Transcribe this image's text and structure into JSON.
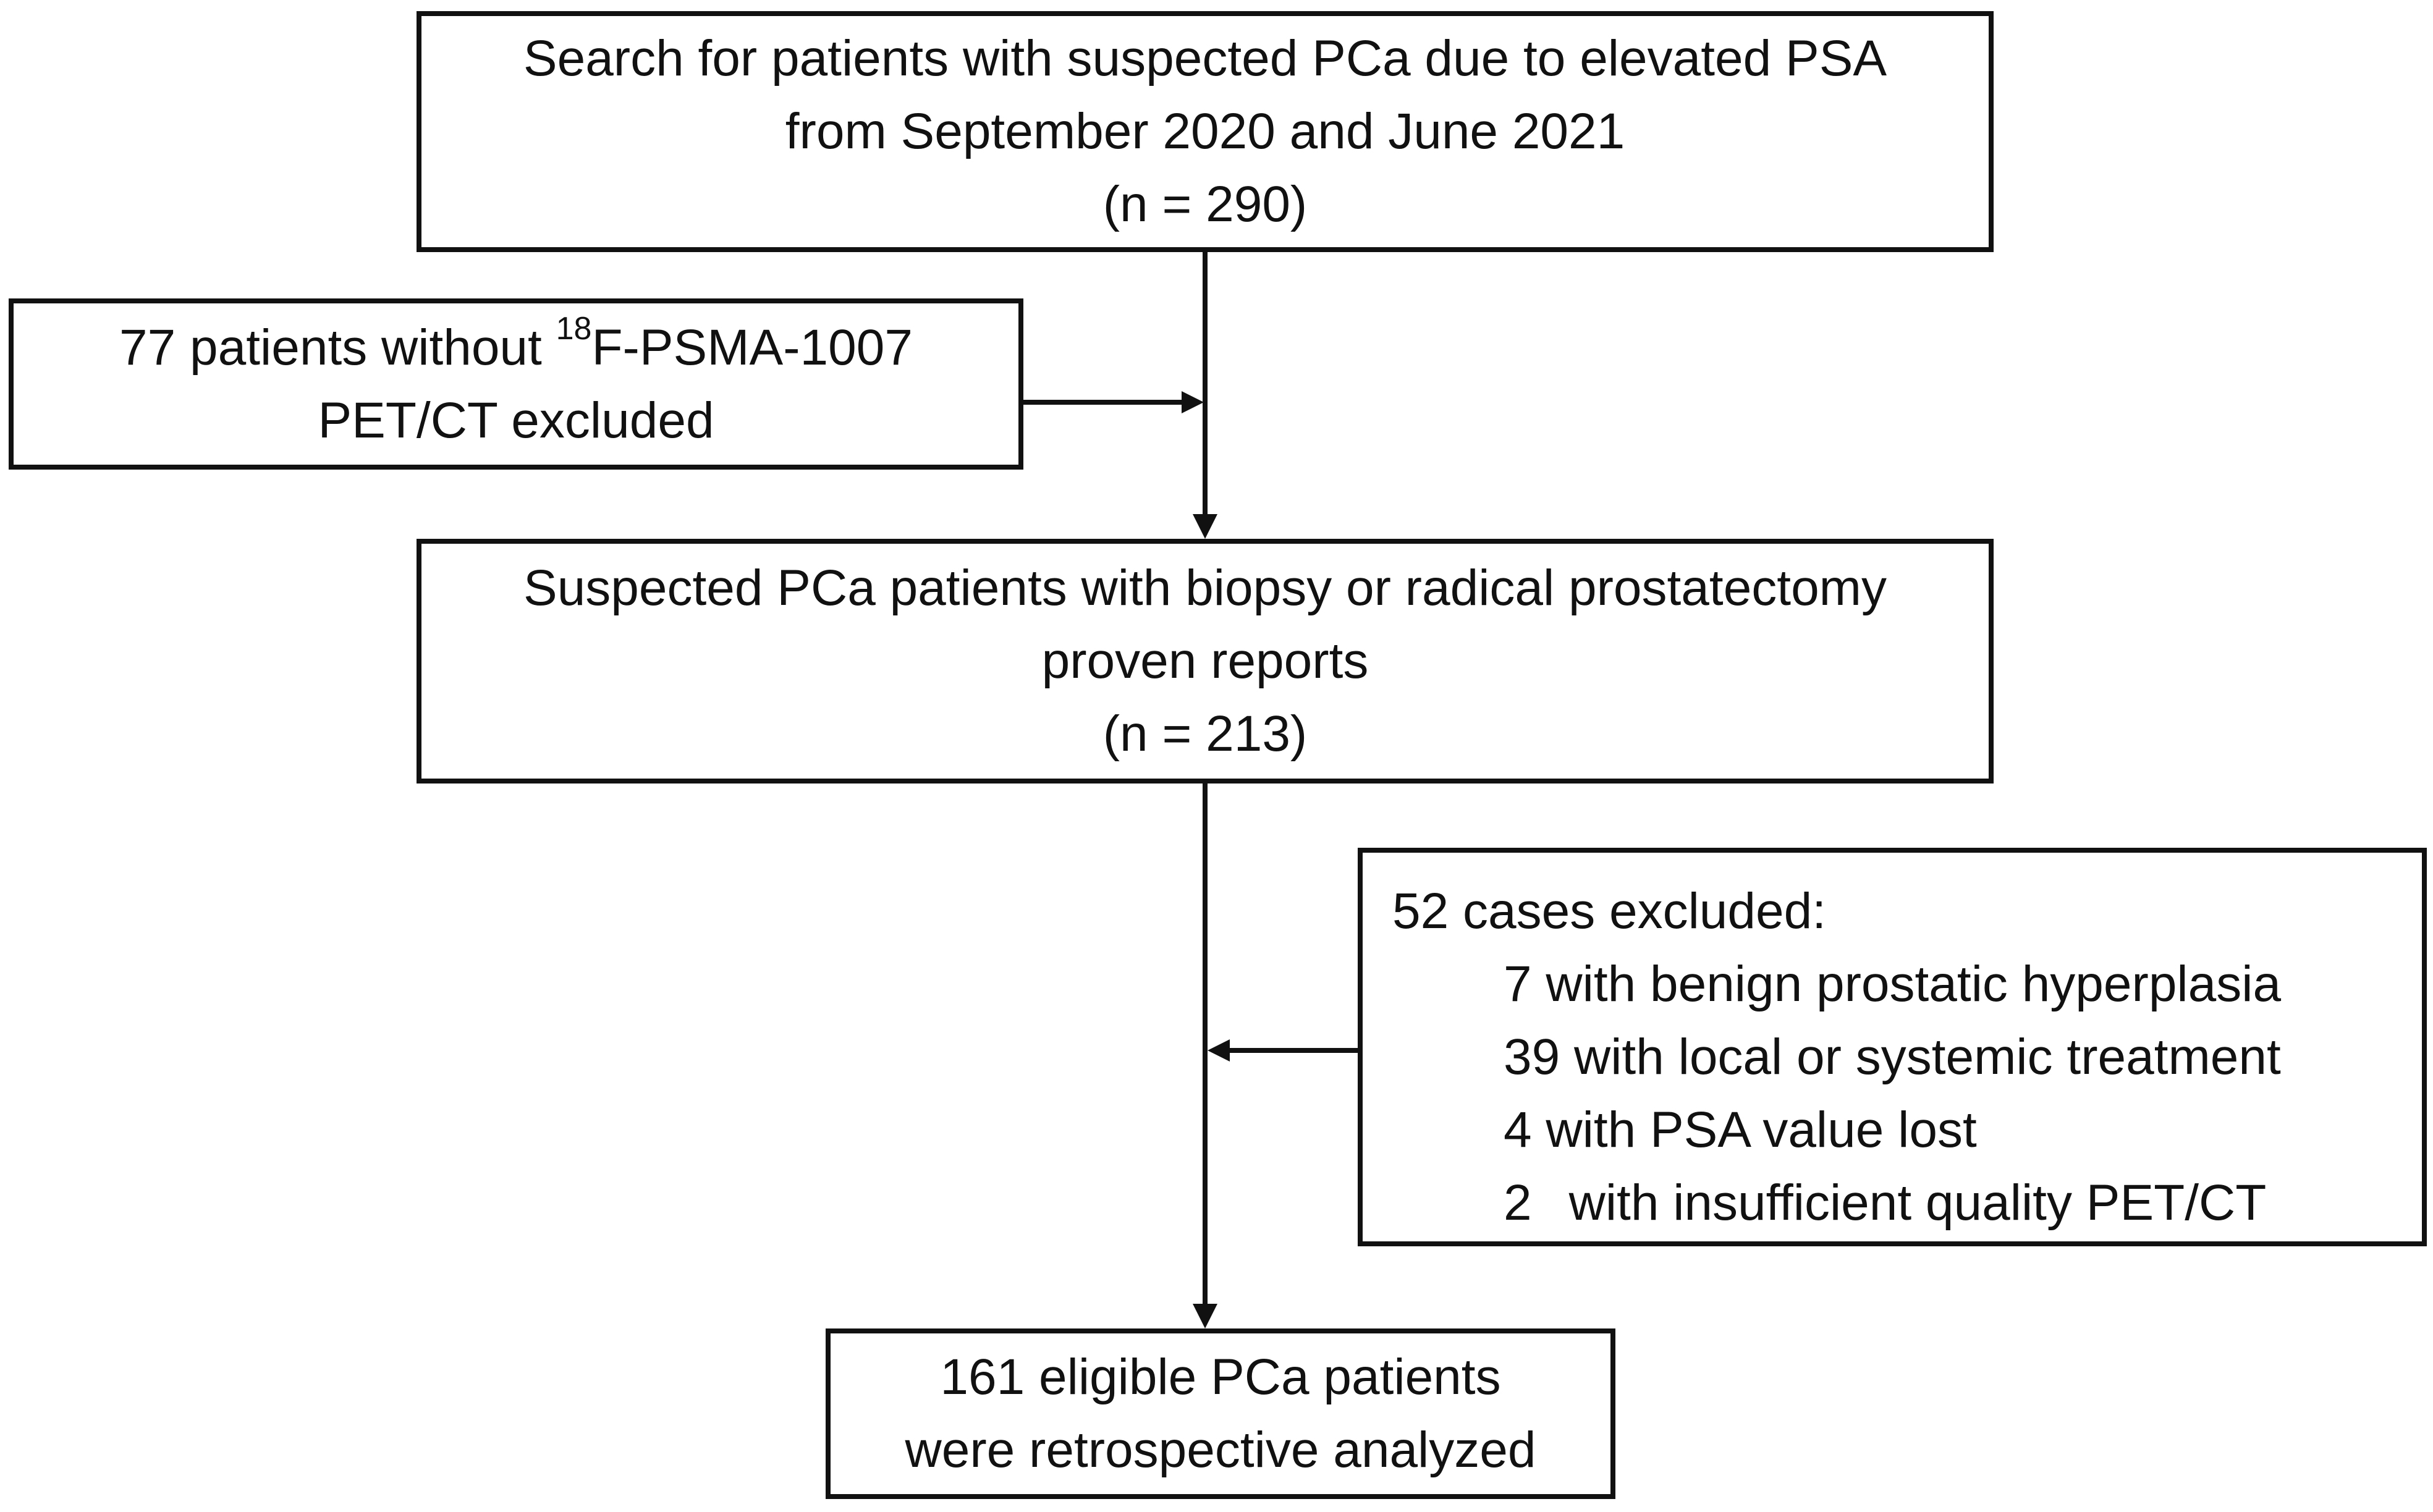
{
  "flowchart": {
    "box1": {
      "line1": "Search for patients with suspected PCa due to elevated PSA",
      "line2": "from September 2020 and June 2021",
      "line3": "(n = 290)"
    },
    "box2": {
      "line1_prefix": "77 patients without ",
      "line1_super": "18",
      "line1_suffix": "F-PSMA-1007",
      "line2": "PET/CT excluded"
    },
    "box3": {
      "line1": "Suspected PCa patients with biopsy or radical prostatectomy",
      "line2": "proven reports",
      "line3": "(n = 213)"
    },
    "box4": {
      "heading": "52 cases excluded:",
      "items": [
        "7 with benign prostatic hyperplasia",
        "39 with local or systemic treatment",
        "4 with PSA value lost"
      ],
      "item4_number": "2",
      "item4_text": "with insufficient quality PET/CT"
    },
    "box5": {
      "line1": "161 eligible PCa patients",
      "line2": "were retrospective analyzed"
    }
  }
}
